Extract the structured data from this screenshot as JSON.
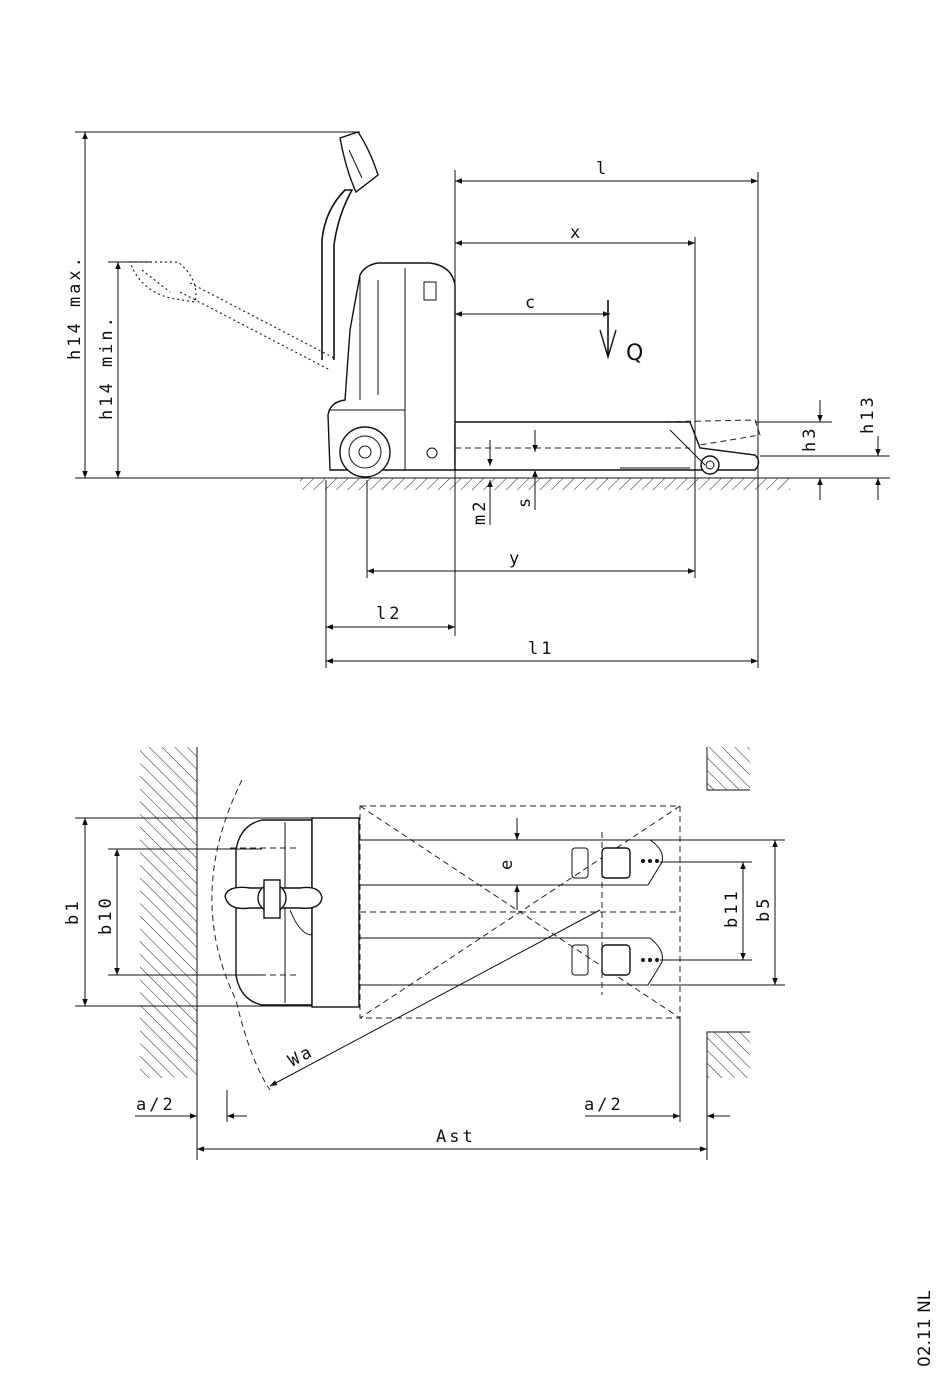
{
  "side_view": {
    "labels": {
      "h14_max": "h14 max.",
      "h14_min": "h14 min.",
      "l": "l",
      "x": "x",
      "c": "c",
      "Q": "Q",
      "h3": "h3",
      "h13": "h13",
      "m2": "m2",
      "s": "s",
      "y": "y",
      "l2": "l2",
      "l1": "l1"
    }
  },
  "top_view": {
    "labels": {
      "b1": "b1",
      "b10": "b10",
      "e": "e",
      "b11": "b11",
      "b5": "b5",
      "Wa": "Wa",
      "a2_left": "a/2",
      "a2_right": "a/2",
      "Ast": "Ast"
    }
  },
  "footer": {
    "code": "02.11 NL"
  }
}
